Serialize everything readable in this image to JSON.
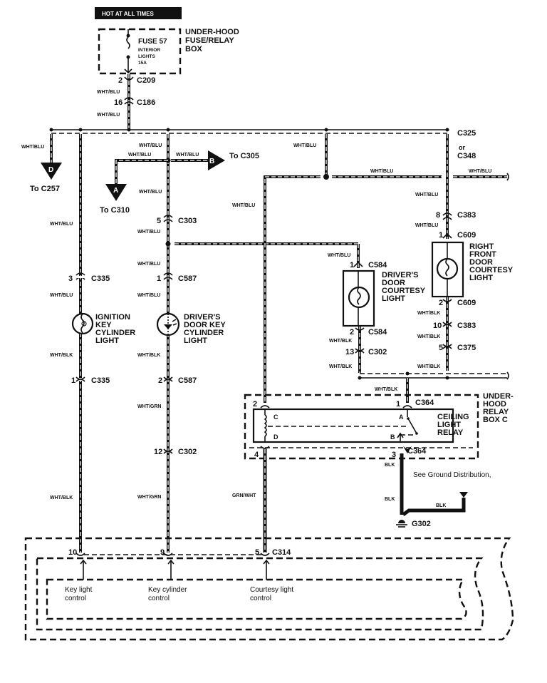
{
  "diagram": {
    "title_badge": "HOT AT ALL TIMES",
    "fuse_box": {
      "name_lines": [
        "UNDER-HOOD",
        "FUSE/RELAY",
        "BOX"
      ],
      "fuse": "FUSE 57",
      "fuse_desc": [
        "INTERIOR",
        "LIGHTS",
        "15A"
      ]
    },
    "connectors": {
      "c209": {
        "pin": "2",
        "name": "C209"
      },
      "c186": {
        "pin": "16",
        "name": "C186"
      },
      "c325": "C325",
      "or": "or",
      "c348": "C348",
      "c303": {
        "pin": "5",
        "name": "C303"
      },
      "c335_top": {
        "pin": "3",
        "name": "C335"
      },
      "c335_bot": {
        "pin": "1",
        "name": "C335"
      },
      "c587_top": {
        "pin": "1",
        "name": "C587"
      },
      "c587_bot": {
        "pin": "2",
        "name": "C587"
      },
      "c302_left": {
        "pin": "12",
        "name": "C302"
      },
      "c584_top": {
        "pin": "1",
        "name": "C584"
      },
      "c584_bot": {
        "pin": "2",
        "name": "C584"
      },
      "c302_mid": {
        "pin": "13",
        "name": "C302"
      },
      "c383_top": {
        "pin": "8",
        "name": "C383"
      },
      "c609_top": {
        "pin": "1",
        "name": "C609"
      },
      "c609_bot": {
        "pin": "2",
        "name": "C609"
      },
      "c383_bot": {
        "pin": "10",
        "name": "C383"
      },
      "c375": {
        "pin": "5",
        "name": "C375"
      },
      "c364_top_pin2": "2",
      "c364_top": {
        "pin": "1",
        "name": "C364"
      },
      "c364_bot_pin4": "4",
      "c364_bot": {
        "pin": "3",
        "name": "C364"
      },
      "c314": {
        "pins": [
          "10",
          "9",
          "5"
        ],
        "name": "C314"
      }
    },
    "offpage": {
      "d": {
        "letter": "D",
        "to": "To C257"
      },
      "a": {
        "letter": "A",
        "to": "To C310"
      },
      "b": {
        "letter": "B",
        "to": "To C305"
      }
    },
    "wire_colors": {
      "wht_blu": "WHT/BLU",
      "wht_blk": "WHT/BLK",
      "wht_grn": "WHT/GRN",
      "grn_wht": "GRN/WHT",
      "blk": "BLK"
    },
    "components": {
      "ignition_key_light": [
        "IGNITION",
        "KEY",
        "CYLINDER",
        "LIGHT"
      ],
      "drivers_door_key_light": [
        "DRIVER'S",
        "DOOR KEY",
        "CYLINDER",
        "LIGHT"
      ],
      "drivers_door_courtesy": [
        "DRIVER'S",
        "DOOR",
        "COURTESY",
        "LIGHT"
      ],
      "right_front_courtesy": [
        "RIGHT",
        "FRONT",
        "DOOR",
        "COURTESY",
        "LIGHT"
      ],
      "ceiling_relay": [
        "CEILING",
        "LIGHT",
        "RELAY"
      ],
      "relay_box": [
        "UNDER-",
        "HOOD",
        "RELAY",
        "BOX C"
      ],
      "relay_terminals": {
        "c": "C",
        "d": "D",
        "a": "A",
        "b": "B"
      }
    },
    "ground": {
      "note": "See Ground Distribution,",
      "name": "G302"
    },
    "control_unit": {
      "labels": [
        [
          "Key light",
          "control"
        ],
        [
          "Key cylinder",
          "control"
        ],
        [
          "Courtesy light",
          "control"
        ]
      ]
    }
  }
}
